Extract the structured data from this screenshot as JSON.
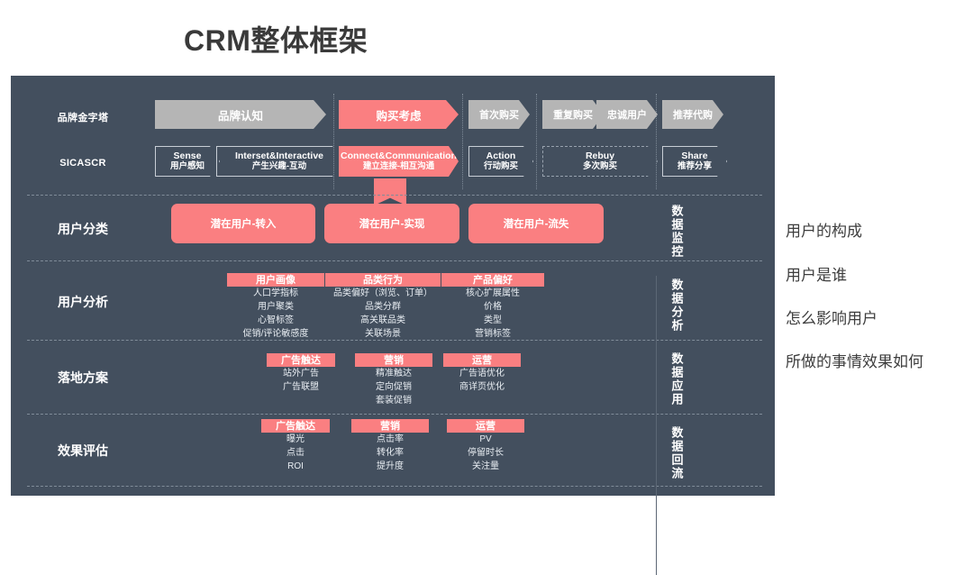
{
  "page": {
    "title": "CRM整体框架",
    "background": "#ffffff",
    "panel_bg": "#434f5e",
    "accent_pink": "#fa7f81",
    "accent_grey": "#b5b5b5"
  },
  "diagram": {
    "rows": [
      {
        "key": "pyramid",
        "label": "品牌金字塔",
        "stages": [
          {
            "text": "品牌认知",
            "color": "grey"
          },
          {
            "text": "购买考虑",
            "color": "pink"
          },
          {
            "text": "首次购买",
            "color": "grey"
          },
          {
            "text": "重复购买",
            "color": "grey"
          },
          {
            "text": "忠诚用户",
            "color": "grey"
          },
          {
            "text": "推荐代购",
            "color": "grey"
          }
        ]
      },
      {
        "key": "sicascr",
        "label": "SICASCR",
        "stages": [
          {
            "en": "Sense",
            "cn": "用户感知",
            "style": "outline"
          },
          {
            "en": "Interset&Interactive",
            "cn": "产生兴趣-互动",
            "style": "outline"
          },
          {
            "en": "Connect&Communication",
            "cn": "建立连接-相互沟通",
            "style": "pink"
          },
          {
            "en": "Action",
            "cn": "行动购买",
            "style": "outline"
          },
          {
            "en": "Rebuy",
            "cn": "多次购买",
            "style": "outline-dash"
          },
          {
            "en": "Share",
            "cn": "推荐分享",
            "style": "outline"
          }
        ]
      },
      {
        "key": "classification",
        "label": "用户分类",
        "side_label": "数据监控",
        "pills": [
          "潜在用户-转入",
          "潜在用户-实现",
          "潜在用户-流失"
        ]
      },
      {
        "key": "analysis",
        "label": "用户分析",
        "side_label": "数据分析",
        "groups": [
          {
            "head": "用户画像",
            "items": [
              "人口学指标",
              "用户聚类",
              "心智标签",
              "促销/评论敏感度"
            ]
          },
          {
            "head": "品类行为",
            "items": [
              "品类偏好（浏览、订单）",
              "品类分群",
              "高关联品类",
              "关联场景"
            ]
          },
          {
            "head": "产品偏好",
            "items": [
              "核心扩展属性",
              "价格",
              "类型",
              "营销标签"
            ]
          }
        ]
      },
      {
        "key": "plan",
        "label": "落地方案",
        "side_label": "数据应用",
        "groups": [
          {
            "head": "广告触达",
            "items": [
              "站外广告",
              "广告联盟"
            ]
          },
          {
            "head": "营销",
            "items": [
              "精准触达",
              "定向促销",
              "套装促销"
            ]
          },
          {
            "head": "运营",
            "items": [
              "广告语优化",
              "商详页优化"
            ]
          }
        ]
      },
      {
        "key": "evaluation",
        "label": "效果评估",
        "side_label": "数据回流",
        "groups": [
          {
            "head": "广告触达",
            "items": [
              "曝光",
              "点击",
              "ROI"
            ]
          },
          {
            "head": "营销",
            "items": [
              "点击率",
              "转化率",
              "提升度"
            ]
          },
          {
            "head": "运营",
            "items": [
              "PV",
              "停留时长",
              "关注量"
            ]
          }
        ]
      }
    ]
  },
  "annotations": [
    "用户的构成",
    "用户是谁",
    "怎么影响用户",
    "所做的事情效果如何"
  ]
}
